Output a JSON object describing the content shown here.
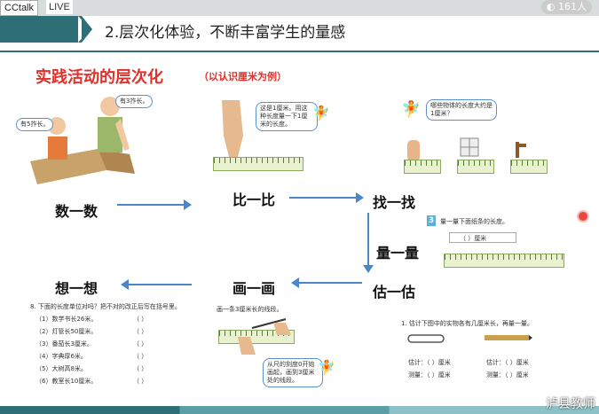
{
  "topbar": {
    "brand": "CCtalk",
    "live": "LIVE",
    "viewers": "161人"
  },
  "header": {
    "title": "2.层次化体验，不断丰富学生的量感"
  },
  "section": {
    "title": "实践活动的层次化",
    "subtitle": "（以认识厘米为例）"
  },
  "stages": {
    "count": "数一数",
    "compare": "比一比",
    "find": "找一找",
    "measure": "量一量",
    "estimate": "估一估",
    "draw": "画一画",
    "think": "想一想"
  },
  "bubbles": {
    "kid": "有5拃长。",
    "adult": "有3拃长。",
    "compare": "这是1厘米。用这种长度量一下1厘米的长度。",
    "find": "哪些物体的长度大约是1厘米？",
    "draw": "从尺的刻度0开始画起，画到3厘米处的线段。"
  },
  "measure_task": {
    "num": "3",
    "text": "量一量下面纸条的长度。",
    "answer": "（  ）厘米"
  },
  "draw_task": "画一条3厘米长的线段。",
  "estimate_task": {
    "prompt": "1. 估计下图中的实物各有几厘米长，再量一量。",
    "left": [
      "估计：（  ）厘米",
      "测量：（  ）厘米"
    ],
    "right": [
      "估计：（  ）厘米",
      "测量：（  ）厘米"
    ]
  },
  "think_task": {
    "prompt": "8. 下面的长度单位对吗？把不对的改正后写在括号里。",
    "items": [
      "（1）数学书长26米。",
      "（2）灯管长50厘米。",
      "（3）番茄长3厘米。",
      "（4）字典厚6米。",
      "（5）大树高8米。",
      "（6）教室长10厘米。"
    ],
    "paren": "（        ）"
  },
  "watermark": "泸县教师",
  "colors": {
    "accent": "#2e6e77",
    "title_red": "#e0302a",
    "arrow": "#4a86c8"
  }
}
